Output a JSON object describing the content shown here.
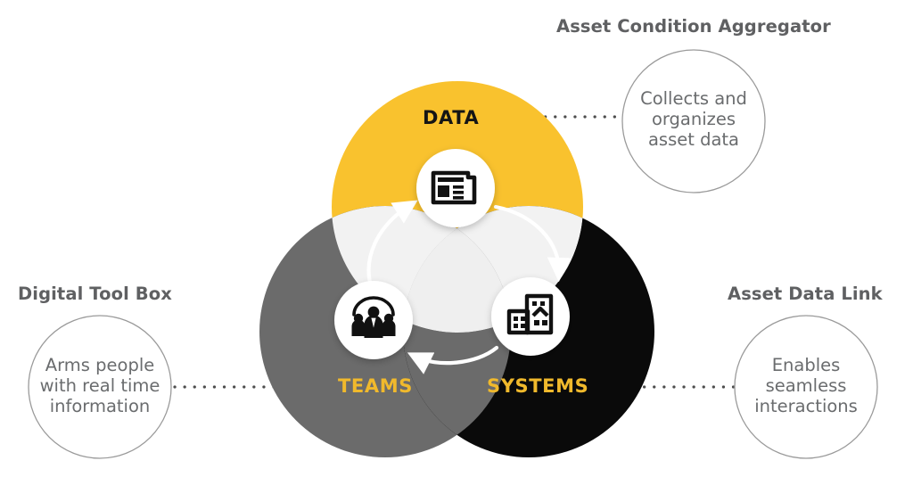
{
  "diagram": {
    "type": "venn-three-circle-flow",
    "background": "#ffffff",
    "colors": {
      "data_circle": "#F9C22E",
      "teams_circle": "#6B6B6B",
      "systems_circle": "#0A0A0A",
      "overlap_center": "#F0F0F0",
      "header_text": "#5F6062",
      "callout_text": "#6A6C6E",
      "callout_border": "#9A9A9A",
      "dotted_connector": "#5A5A5A",
      "accent_gold": "#F0B92C",
      "arrow_white": "#FFFFFF"
    },
    "venn": {
      "data": {
        "label": "DATA",
        "icon": "newspaper-icon",
        "color": "#F9C22E"
      },
      "teams": {
        "label": "TEAMS",
        "icon": "people-group-icon",
        "color": "#6B6B6B"
      },
      "systems": {
        "label": "SYSTEMS",
        "icon": "office-buildings-icon",
        "color": "#0A0A0A"
      }
    },
    "flow_arrows": [
      {
        "from": "TEAMS",
        "to": "DATA"
      },
      {
        "from": "DATA",
        "to": "SYSTEMS"
      },
      {
        "from": "SYSTEMS",
        "to": "TEAMS"
      }
    ],
    "callouts": [
      {
        "id": "asset-condition-aggregator",
        "heading": "Asset Condition Aggregator",
        "body": "Collects and\norganizes\nasset data",
        "connects_to": "DATA",
        "position": "top-right"
      },
      {
        "id": "digital-tool-box",
        "heading": "Digital Tool Box",
        "body": "Arms people\nwith real time\ninformation",
        "connects_to": "TEAMS",
        "position": "left"
      },
      {
        "id": "asset-data-link",
        "heading": "Asset Data Link",
        "body": "Enables\nseamless\ninteractions",
        "connects_to": "SYSTEMS",
        "position": "right"
      }
    ]
  }
}
